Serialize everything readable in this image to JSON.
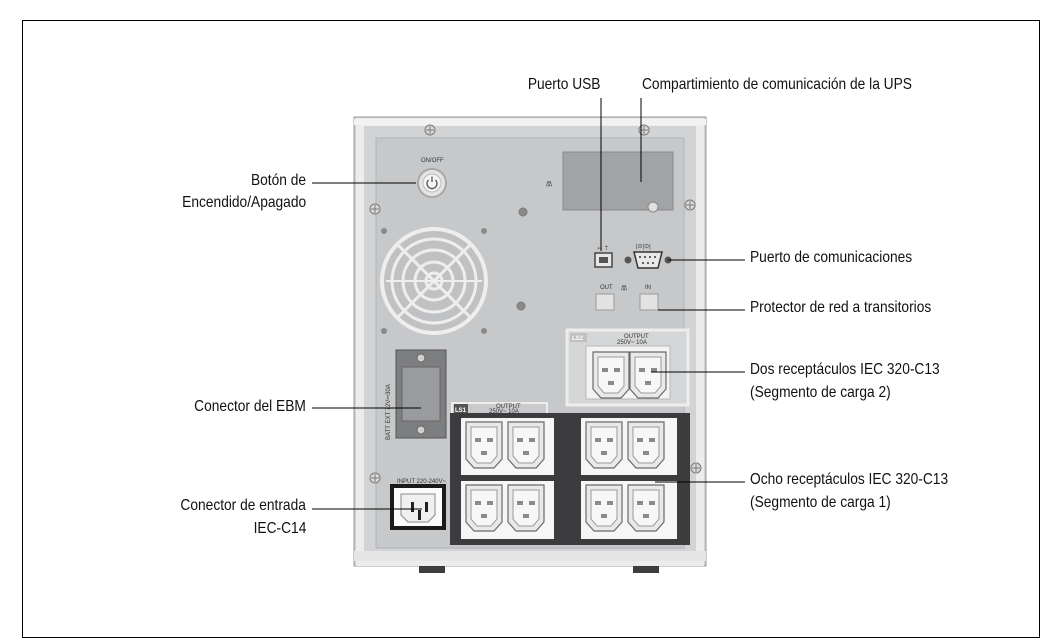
{
  "callouts": {
    "usb_port": "Puerto USB",
    "comm_bay": "Compartimiento de comunicación de la UPS",
    "onoff_line1": "Botón de",
    "onoff_line2": "Encendido/Apagado",
    "comm_port": "Puerto de comunicaciones",
    "network_protector": "Protector de red a transitorios",
    "two_receptacles_line1": "Dos receptáculos IEC 320-C13",
    "two_receptacles_line2": "(Segmento de carga 2)",
    "ebm_connector": "Conector del EBM",
    "eight_receptacles_line1": "Ocho receptáculos IEC 320-C13",
    "eight_receptacles_line2": "(Segmento de carga 1)",
    "input_line1": "Conector de entrada",
    "input_line2": "IEC-C14"
  },
  "panel_text": {
    "onoff": "ON/OFF",
    "out": "OUT",
    "in": "IN",
    "ls2": "LS2",
    "ls1": "LS1",
    "output": "OUTPUT",
    "output_rating": "250V~ 10A",
    "batt_ext": "BATT EXT 72V⎓30A",
    "input_rating": "INPUT 220-240V~"
  },
  "colors": {
    "chassis": "#d0d1d2",
    "panel": "#c6c7c9",
    "dark_panel": "#3c3c3e",
    "receptacle": "#eaeaea"
  }
}
